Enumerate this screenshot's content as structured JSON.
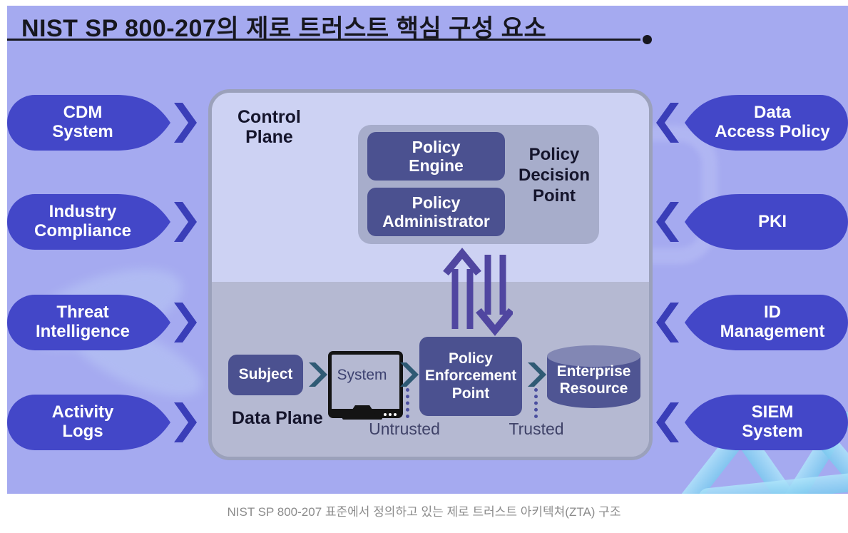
{
  "title": "NIST SP 800-207의 제로 트러스트 핵심 구성 요소",
  "caption": "NIST SP 800-207 표준에서 정의하고 있는 제로 트러스트 아키텍쳐(ZTA) 구조",
  "colors": {
    "figure_background": "#a5aaf0",
    "pill": "#4347c8",
    "pill_arrow": "#3a3eb8",
    "panel_border": "#9ba1bb",
    "control_plane_bg": "#cdd2f3",
    "data_plane_bg": "#b5b9d2",
    "pdp_group_bg": "#a7adcb",
    "dark_box": "#4b5190",
    "flow_chevron": "#2f5a74",
    "vertical_arrow": "#5046a0",
    "dotted_line": "#4b4f9f",
    "title_text": "#17171f",
    "caption_text": "#8b8b8b"
  },
  "left_inputs": [
    {
      "label": "CDM\nSystem"
    },
    {
      "label": "Industry\nCompliance"
    },
    {
      "label": "Threat\nIntelligence"
    },
    {
      "label": "Activity\nLogs"
    }
  ],
  "right_inputs": [
    {
      "label": "Data\nAccess Policy"
    },
    {
      "label": "PKI"
    },
    {
      "label": "ID\nManagement"
    },
    {
      "label": "SIEM\nSystem"
    }
  ],
  "panel": {
    "control_plane_label": "Control\nPlane",
    "data_plane_label": "Data Plane",
    "pdp": {
      "label": "Policy\nDecision\nPoint",
      "engine": "Policy\nEngine",
      "administrator": "Policy\nAdministrator"
    },
    "flow": {
      "subject": "Subject",
      "system": "System",
      "pep": "Policy\nEnforcement\nPoint",
      "resource": "Enterprise\nResource",
      "untrusted": "Untrusted",
      "trusted": "Trusted"
    }
  },
  "icons": {
    "right_chevron": "❯",
    "left_chevron": "❮",
    "up_down_arrows": "⇑⇓",
    "monitor": "computer-display",
    "database": "cylinder"
  }
}
